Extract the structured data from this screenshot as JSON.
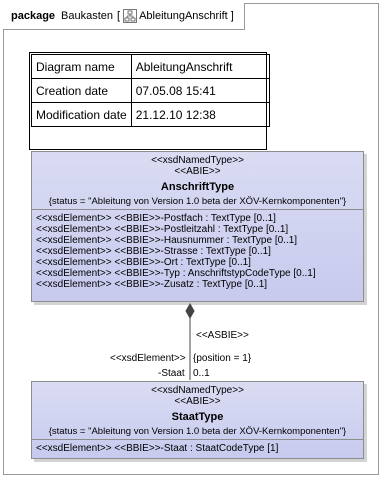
{
  "package": {
    "keyword": "package",
    "name": "Baukasten",
    "bracket_open": "[",
    "diagram_name": "AbleitungAnschrift",
    "bracket_close": "]"
  },
  "info_table": [
    {
      "label": "Diagram name",
      "value": "AbleitungAnschrift"
    },
    {
      "label": "Creation date",
      "value": "07.05.08 15:41"
    },
    {
      "label": "Modification date",
      "value": "21.12.10 12:38"
    }
  ],
  "classes": {
    "anschrift": {
      "stereotype1": "<<xsdNamedType>>",
      "stereotype2": "<<ABIE>>",
      "name": "AnschriftType",
      "tag": "{status = \"Ableitung von Version 1.0 beta der XÖV-Kernkomponenten\"}",
      "attributes": [
        "<<xsdElement>> <<BBIE>>-Postfach : TextType [0..1]",
        "<<xsdElement>> <<BBIE>>-Postleitzahl : TextType [0..1]",
        "<<xsdElement>> <<BBIE>>-Hausnummer : TextType [0..1]",
        "<<xsdElement>> <<BBIE>>-Strasse : TextType [0..1]",
        "<<xsdElement>> <<BBIE>>-Ort : TextType [0..1]",
        "<<xsdElement>> <<BBIE>>-Typ : AnschriftstypCodeType [0..1]",
        "<<xsdElement>> <<BBIE>>-Zusatz : TextType [0..1]"
      ]
    },
    "staat": {
      "stereotype1": "<<xsdNamedType>>",
      "stereotype2": "<<ABIE>>",
      "name": "StaatType",
      "tag": "{status = \"Ableitung von Version 1.0 beta der XÖV-Kernkomponenten\"}",
      "attributes": [
        "<<xsdElement>> <<BBIE>>-Staat : StaatCodeType [1]"
      ]
    }
  },
  "association": {
    "stereotype": "<<ASBIE>>",
    "end_stereotype": "<<xsdElement>>",
    "constraint": "{position = 1}",
    "role": "-Staat",
    "multiplicity": "0..1"
  },
  "colors": {
    "class_fill_top": "#dadcf3",
    "class_fill_bottom": "#c7caee",
    "border": "#8d8d8d"
  }
}
